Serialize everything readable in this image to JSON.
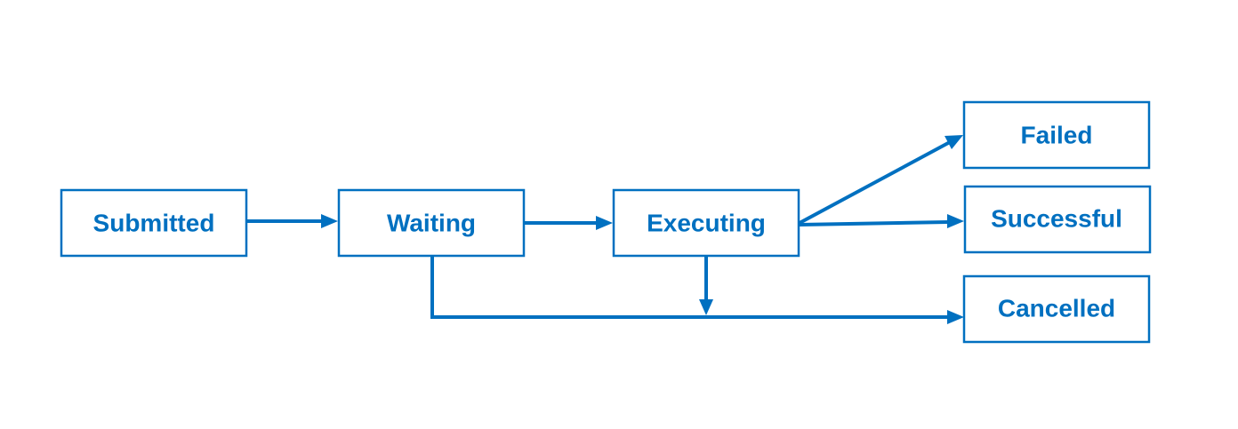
{
  "diagram": {
    "type": "state-flow",
    "accent_color": "#0070C0",
    "background_color": "#ffffff",
    "nodes": {
      "submitted": "Submitted",
      "waiting": "Waiting",
      "executing": "Executing",
      "failed": "Failed",
      "successful": "Successful",
      "cancelled": "Cancelled"
    },
    "edges": [
      {
        "from": "submitted",
        "to": "waiting"
      },
      {
        "from": "waiting",
        "to": "executing"
      },
      {
        "from": "executing",
        "to": "failed"
      },
      {
        "from": "executing",
        "to": "successful"
      },
      {
        "from": "waiting",
        "to": "cancelled"
      },
      {
        "from": "executing",
        "to": "cancelled"
      }
    ]
  }
}
